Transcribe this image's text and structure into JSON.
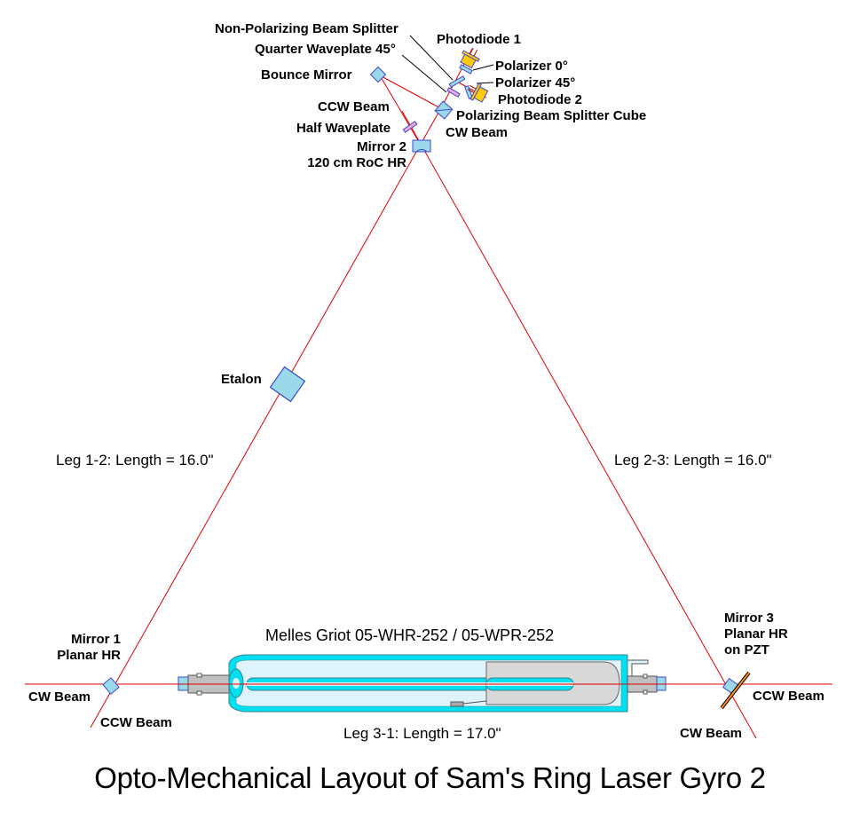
{
  "title": "Opto-Mechanical Layout of Sam's Ring Laser Gyro 2",
  "colors": {
    "beam": "#e00000",
    "optic_fill": "#99d9ea",
    "optic_stroke": "#3f48cc",
    "waveplate_fill": "#f0a8d8",
    "photodiode_fill": "#ffc90e",
    "tube_glass": "#00e0f0",
    "tube_gas": "#dff4fa",
    "metal": "#c0c0c0",
    "pzt": "#ff8c1a"
  },
  "labels": {
    "non_polarizing_beam_splitter": "Non-Polarizing Beam Splitter",
    "quarter_waveplate": "Quarter Waveplate 45°",
    "bounce_mirror": "Bounce Mirror",
    "photodiode_1": "Photodiode 1",
    "polarizer_0": "Polarizer 0°",
    "polarizer_45": "Polarizer 45°",
    "photodiode_2": "Photodiode 2",
    "pbs_cube": "Polarizing Beam Splitter Cube",
    "ccw_beam_top": "CCW Beam",
    "cw_beam_top": "CW Beam",
    "half_waveplate": "Half Waveplate",
    "mirror_2_line1": "Mirror 2",
    "mirror_2_line2": "120 cm RoC HR",
    "etalon": "Etalon",
    "mirror_1_line1": "Mirror 1",
    "mirror_1_line2": "Planar HR",
    "cw_beam_left": "CW Beam",
    "ccw_beam_left": "CCW Beam",
    "mirror_3_line1": "Mirror 3",
    "mirror_3_line2": "Planar HR",
    "mirror_3_line3": "on PZT",
    "ccw_beam_right": "CCW Beam",
    "cw_beam_right": "CW Beam"
  },
  "legs": {
    "leg_1_2": "Leg 1-2: Length = 16.0\"",
    "leg_2_3": "Leg 2-3: Length = 16.0\"",
    "leg_3_1": "Leg 3-1: Length = 17.0\""
  },
  "laser_tube": {
    "model": "Melles Griot 05-WHR-252 / 05-WPR-252"
  }
}
